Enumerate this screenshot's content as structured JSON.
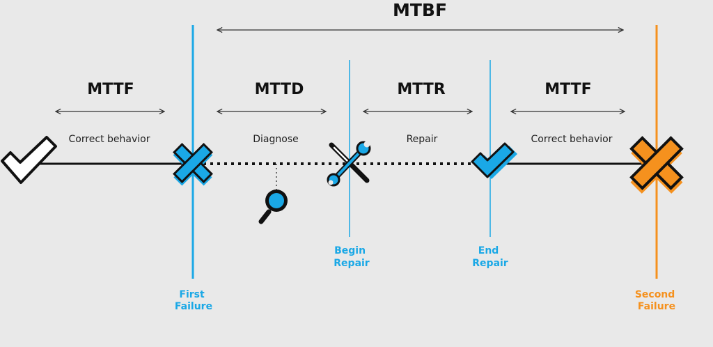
{
  "title": "MTBF",
  "segments": [
    {
      "title": "MTTF",
      "description": "Correct behavior"
    },
    {
      "title": "MTTD",
      "description": "Diagnose"
    },
    {
      "title": "MTTR",
      "description": "Repair"
    },
    {
      "title": "MTTF",
      "description": "Correct behavior"
    }
  ],
  "markers": {
    "first_failure": [
      "First",
      "Failure"
    ],
    "begin_repair": [
      "Begin",
      "Repair"
    ],
    "end_repair": [
      "End",
      "Repair"
    ],
    "second_failure": [
      "Second",
      "Failure"
    ]
  },
  "colors": {
    "background": "#e9e9e9",
    "blue": "#1aa8e6",
    "orange": "#f5911e",
    "dark": "#111111"
  },
  "icons": [
    "check-icon",
    "blue-x-icon",
    "magnifier-icon",
    "wrench-screwdriver-icon",
    "blue-check-icon",
    "orange-x-icon"
  ]
}
